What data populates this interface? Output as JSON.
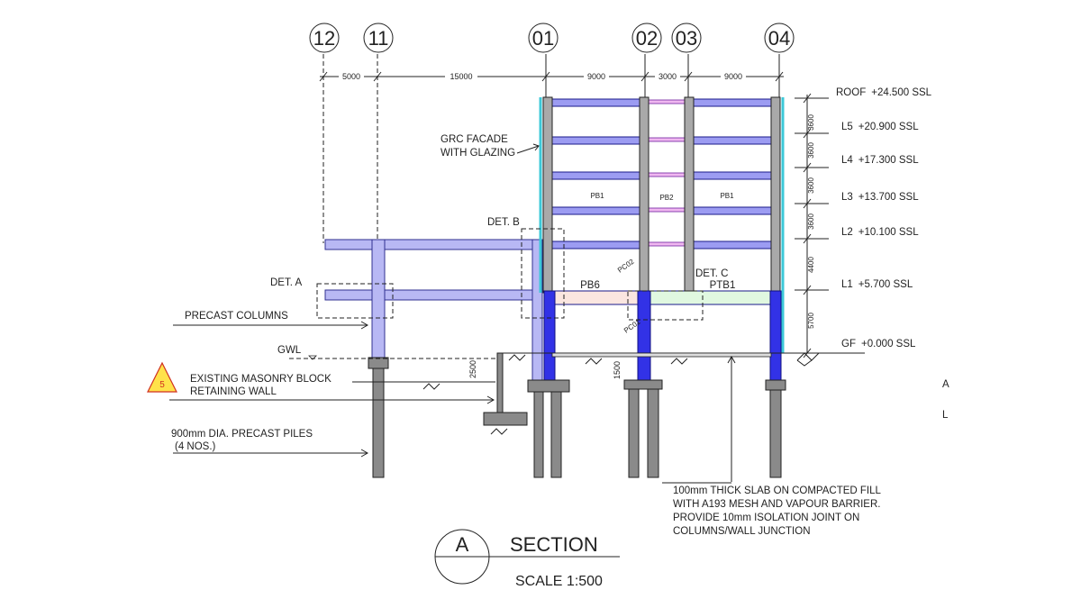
{
  "grid": [
    "12",
    "11",
    "01",
    "02",
    "03",
    "04"
  ],
  "spans": [
    "5000",
    "15000",
    "9000",
    "3000",
    "9000"
  ],
  "levels": [
    {
      "name": "ROOF",
      "value": "+24.500 SSL"
    },
    {
      "name": "L5",
      "value": "+20.900 SSL"
    },
    {
      "name": "L4",
      "value": "+17.300 SSL"
    },
    {
      "name": "L3",
      "value": "+13.700 SSL"
    },
    {
      "name": "L2",
      "value": "+10.100 SSL"
    },
    {
      "name": "L1",
      "value": "+5.700 SSL"
    },
    {
      "name": "GF",
      "value": "+0.000 SSL"
    }
  ],
  "heights": [
    "3600",
    "3600",
    "3600",
    "3600",
    "4400",
    "5700"
  ],
  "labels": {
    "grc1": "GRC FACADE",
    "grc2": "WITH GLAZING",
    "detA": "DET. A",
    "detB": "DET. B",
    "detC": "DET. C",
    "precast": "PRECAST COLUMNS",
    "gwl": "GWL",
    "wall1": "EXISTING MASONRY BLOCK",
    "wall2": "RETAINING WALL",
    "piles1": "900mm DIA. PRECAST PILES",
    "piles2": "(4 NOS.)",
    "revision": "5",
    "dim2500": "2500",
    "dim1500": "1500",
    "slab1": "100mm THICK SLAB ON COMPACTED FILL",
    "slab2": "WITH A193 MESH AND VAPOUR BARRIER.",
    "slab3": "PROVIDE 10mm ISOLATION JOINT ON",
    "slab4": "COLUMNS/WALL JUNCTION",
    "edgeA": "A",
    "edgeL": "L"
  },
  "tags": {
    "pb1a": "PB1",
    "pb2": "PB2",
    "pb1b": "PB1",
    "pb6": "PB6",
    "ptb1": "PTB1",
    "pc01": "PC01",
    "pc02": "PC02"
  },
  "title": {
    "mark": "A",
    "name": "SECTION",
    "scale": "SCALE 1:500"
  }
}
